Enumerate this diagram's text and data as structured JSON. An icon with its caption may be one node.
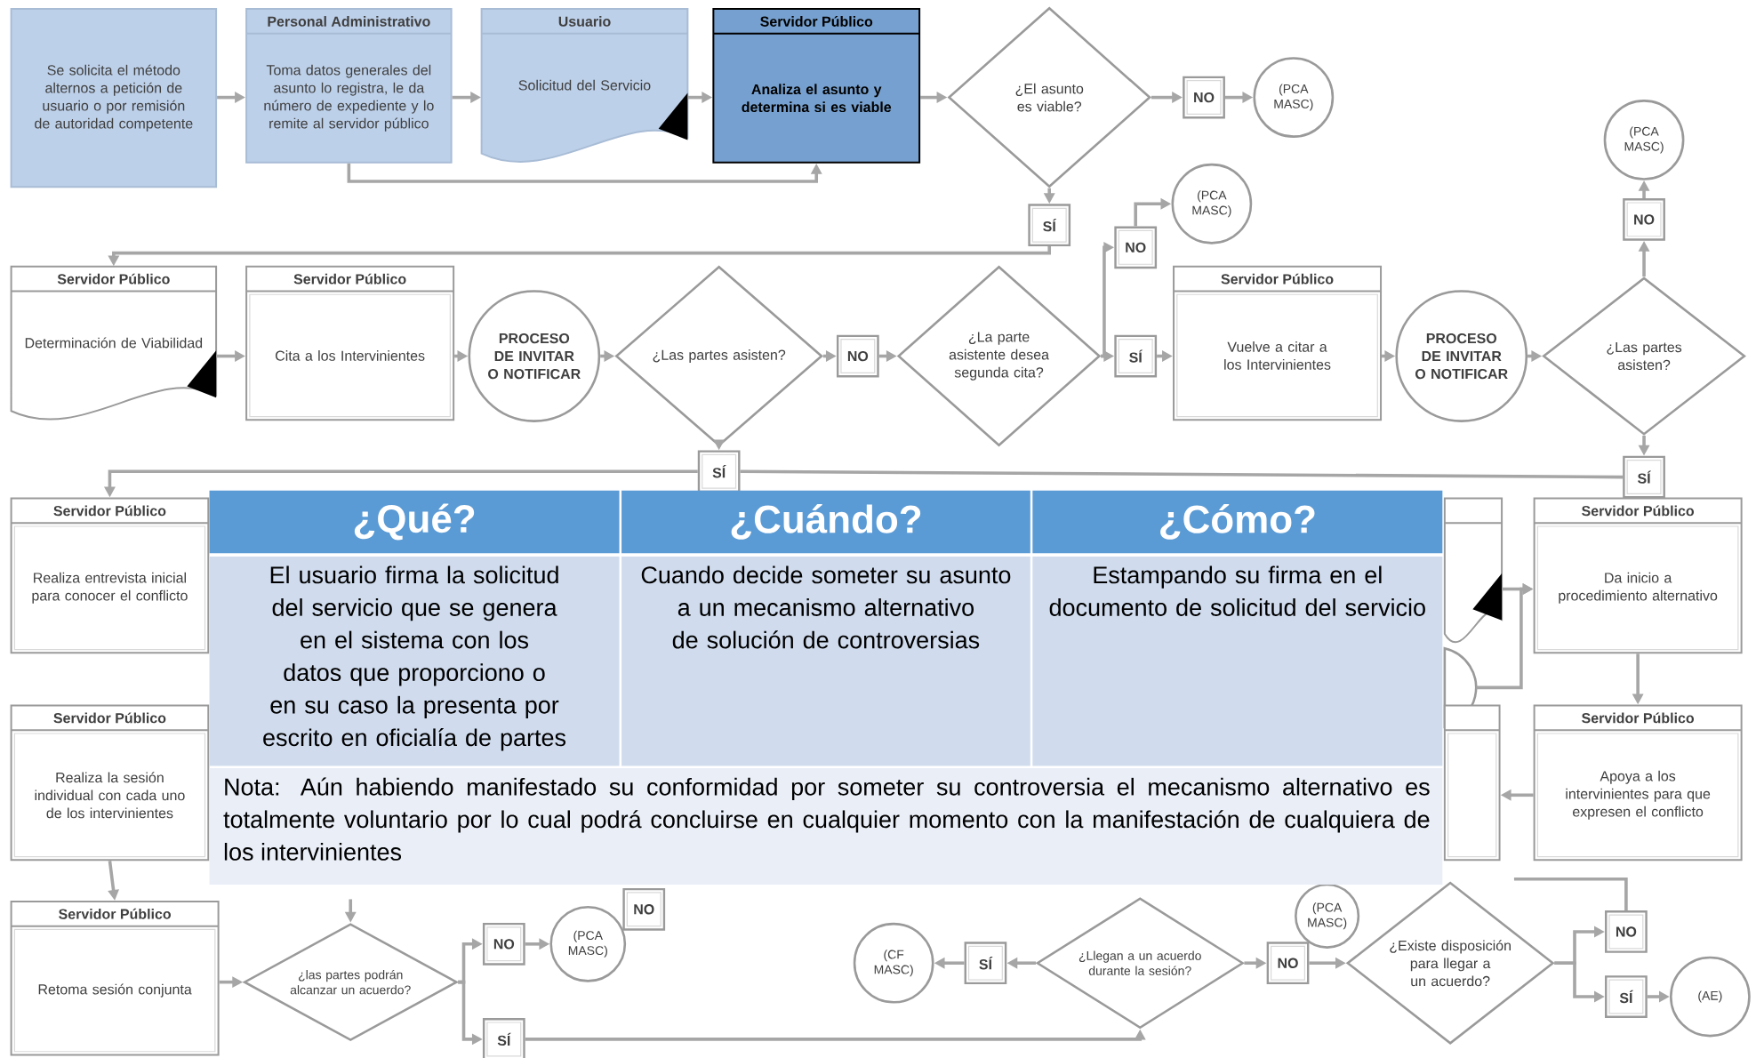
{
  "diagram": {
    "nodes": [
      {
        "text": [
          "Se solicita el método alternos a petición de usuario o por remisión de autoridad competente"
        ]
      },
      {
        "text": [
          "Personal Administrativo",
          "Toma datos generales del asunto lo registra, le da número de expediente y lo remite al servidor público"
        ]
      },
      {
        "text": [
          "Usuario",
          "Solicitud del Servicio"
        ]
      },
      {
        "text": [
          "Servidor Público",
          "Analiza el asunto y determina si es viable"
        ]
      },
      {
        "text": [
          "¿El asunto es viable?"
        ]
      },
      {
        "text": [
          "NO"
        ]
      },
      {
        "text": [
          "(PCA MASC)"
        ]
      },
      {
        "text": [
          "SÍ"
        ]
      },
      {
        "text": [
          "Servidor Público",
          "Determinación de Viabilidad"
        ]
      },
      {
        "text": [
          "Servidor Público",
          "Cita a los Intervinientes"
        ]
      },
      {
        "text": [
          "PROCESO DE INVITAR O NOTIFICAR"
        ]
      },
      {
        "text": [
          "¿Las partes asisten?"
        ]
      },
      {
        "text": [
          "NO"
        ]
      },
      {
        "text": [
          "¿La parte asistente desea segunda cita?"
        ]
      },
      {
        "text": [
          "NO"
        ]
      },
      {
        "text": [
          "(PCA MASC)"
        ]
      },
      {
        "text": [
          "SÍ"
        ]
      },
      {
        "text": [
          "Servidor Público",
          "Vuelve a citar a los Intervinientes"
        ]
      },
      {
        "text": [
          "PROCESO DE INVITAR O NOTIFICAR"
        ]
      },
      {
        "text": [
          "¿Las partes asisten?"
        ]
      },
      {
        "text": [
          "NO"
        ]
      },
      {
        "text": [
          "(PCA MASC)"
        ]
      },
      {
        "text": [
          "SÍ"
        ]
      },
      {
        "text": [
          "SÍ"
        ]
      },
      {
        "text": [
          "Servidor Público",
          "Realiza entrevista inicial para conocer el conflicto"
        ]
      },
      {
        "text": [
          "Servidor Público",
          "Realiza la sesión individual con cada uno de los intervinientes"
        ]
      },
      {
        "text": [
          "Servidor Público",
          "Retoma sesión conjunta"
        ]
      },
      {
        "text": [
          "¿las partes podrán alcanzar un acuerdo?"
        ]
      },
      {
        "text": [
          "NO"
        ]
      },
      {
        "text": [
          "(PCA MASC)"
        ]
      },
      {
        "text": [
          "SÍ"
        ]
      },
      {
        "text": [
          "NO"
        ]
      },
      {
        "text": [
          "(PCA MASC)"
        ]
      },
      {
        "text": [
          "(CF MASC)"
        ]
      },
      {
        "text": [
          "SÍ"
        ]
      },
      {
        "text": [
          "¿Llegan a un acuerdo durante la sesión?"
        ]
      },
      {
        "text": [
          "NO"
        ]
      },
      {
        "text": [
          "¿Existe disposición para llegar a un acuerdo?"
        ]
      },
      {
        "text": [
          "NO"
        ]
      },
      {
        "text": [
          "SÍ"
        ]
      },
      {
        "text": [
          "(AE)"
        ]
      },
      {
        "text": [
          "Servidor Público",
          "Da inicio a procedimiento alternativo"
        ]
      },
      {
        "text": [
          "Servidor Público",
          "Apoya a los intervinientes para que expresen el conflicto"
        ]
      },
      {
        "text": [],
        "shape": "document"
      },
      {
        "text": [],
        "shape": "circle"
      },
      {
        "text": [],
        "shape": "box"
      }
    ],
    "edges": [
      {
        "from": 0,
        "to": 1,
        "arrow": "to"
      },
      {
        "from": 1,
        "to": 2,
        "arrow": "to"
      },
      {
        "from": 2,
        "to": 3,
        "arrow": "to"
      },
      {
        "from": 1,
        "to": 3,
        "arrow": "to"
      },
      {
        "from": 3,
        "to": 4,
        "arrow": "to"
      },
      {
        "from": 4,
        "to": 5,
        "arrow": "to"
      },
      {
        "from": 5,
        "to": 6,
        "arrow": "to"
      },
      {
        "from": 4,
        "to": 7,
        "arrow": "to"
      },
      {
        "from": 7,
        "to": 8,
        "arrow": "to"
      },
      {
        "from": 8,
        "to": 9,
        "arrow": "to"
      },
      {
        "from": 9,
        "to": 10,
        "arrow": "to"
      },
      {
        "from": 10,
        "to": 11,
        "arrow": "to"
      },
      {
        "from": 11,
        "to": 12,
        "arrow": "to"
      },
      {
        "from": 12,
        "to": 13,
        "arrow": "to"
      },
      {
        "from": 13,
        "to": 14,
        "arrow": "to"
      },
      {
        "from": 14,
        "to": 15,
        "arrow": "to"
      },
      {
        "from": 13,
        "to": 16,
        "arrow": "to"
      },
      {
        "from": 16,
        "to": 17,
        "arrow": "to"
      },
      {
        "from": 17,
        "to": 18,
        "arrow": "to"
      },
      {
        "from": 18,
        "to": 19,
        "arrow": "to"
      },
      {
        "from": 19,
        "to": 20,
        "arrow": "to"
      },
      {
        "from": 20,
        "to": 21,
        "arrow": "to"
      },
      {
        "from": 11,
        "to": 22,
        "arrow": "to"
      },
      {
        "from": 19,
        "to": 23,
        "arrow": "to"
      },
      {
        "from": 22,
        "to": 24,
        "arrow": "to"
      },
      {
        "from": 23,
        "to": 22,
        "arrow": "none"
      },
      {
        "from": 25,
        "to": 26,
        "arrow": "to"
      },
      {
        "from": null,
        "to": 27,
        "arrow": "to"
      },
      {
        "from": 26,
        "to": 27,
        "arrow": "to"
      },
      {
        "from": 27,
        "to": 28,
        "arrow": "to"
      },
      {
        "from": 27,
        "to": 30,
        "arrow": "to"
      },
      {
        "from": 28,
        "to": 29,
        "arrow": "to"
      },
      {
        "from": 30,
        "to": 35,
        "arrow": "to"
      },
      {
        "from": 35,
        "to": 34,
        "arrow": "to"
      },
      {
        "from": 34,
        "to": 33,
        "arrow": "to"
      },
      {
        "from": 35,
        "to": 36,
        "arrow": "to"
      },
      {
        "from": 36,
        "to": 37,
        "arrow": "to"
      },
      {
        "from": 37,
        "to": 38,
        "arrow": "to"
      },
      {
        "from": 37,
        "to": 39,
        "arrow": "to"
      },
      {
        "from": 39,
        "to": 40,
        "arrow": "to"
      },
      {
        "from": 38,
        "to": null,
        "arrow": "none"
      },
      {
        "from": 43,
        "to": 41,
        "arrow": "to"
      },
      {
        "from": 44,
        "to": 41,
        "arrow": "to"
      },
      {
        "from": 41,
        "to": 42,
        "arrow": "to"
      },
      {
        "from": 42,
        "to": 45,
        "arrow": "to"
      }
    ],
    "labels": [
      "¿Qué?",
      "¿Cuándo?",
      "¿Cómo?",
      "El usuario firma la solicitud del servicio que se genera en el sistema con los datos que proporciono o en su caso la presenta por escrito en oficialía de partes",
      "Cuando decide someter su asunto a un mecanismo alternativo de solución de controversias",
      "Estampando su firma en el documento de solicitud del servicio",
      "Nota: Aún habiendo manifestado su conformidad por someter su controversia el mecanismo alternativo es totalmente voluntario por lo cual podrá concluirse en cualquier momento con la manifestación de cualquiera de los intervinientes"
    ]
  }
}
